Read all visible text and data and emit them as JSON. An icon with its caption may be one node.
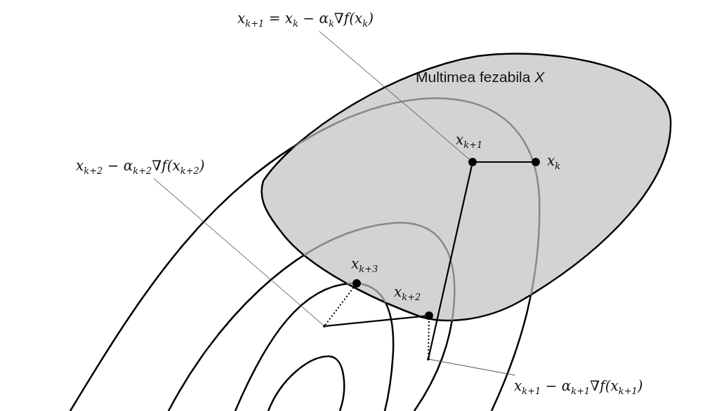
{
  "diagram": {
    "nodes": [
      {
        "text": [
          "x$_{k+1}$ = x$_{k}$ − α$_{k}$∇f(x$_{k}$)"
        ]
      },
      {
        "text": [
          "Multimea fezabila *X*"
        ]
      },
      {
        "text": [],
        "shape": "circle",
        "beside": [
          "x$_{k+1}$"
        ],
        "in": 1
      },
      {
        "text": [],
        "shape": "circle",
        "beside": [
          "x$_{k}$"
        ],
        "in": 1
      },
      {
        "text": [
          "x$_{k+2}$ − α$_{k+2}$∇f(x$_{k+2}$)"
        ]
      },
      {
        "text": [],
        "shape": "circle",
        "beside": [
          "x$_{k+3}$"
        ],
        "in": 1
      },
      {
        "text": [],
        "shape": "circle",
        "beside": [
          "x$_{k+2}$"
        ],
        "in": 1
      },
      {
        "text": [],
        "shape": "point"
      },
      {
        "text": [],
        "shape": "point"
      },
      {
        "text": [
          "x$_{k+1}$ − α$_{k+1}$∇f(x$_{k+1}$)"
        ]
      }
    ],
    "edges": [
      {
        "from": 0,
        "to": 2,
        "arrow": "none",
        "color": "#555555"
      },
      {
        "from": 3,
        "to": 2,
        "arrow": "none"
      },
      {
        "from": 2,
        "to": 8,
        "arrow": "none"
      },
      {
        "from": 8,
        "to": 6,
        "arrow": "none",
        "style": "dashed"
      },
      {
        "from": 6,
        "to": 7,
        "arrow": "none"
      },
      {
        "from": 7,
        "to": 5,
        "arrow": "none",
        "style": "dashed"
      },
      {
        "from": 4,
        "to": 7,
        "arrow": "none",
        "color": "#555555"
      },
      {
        "from": 9,
        "to": 8,
        "arrow": "none",
        "color": "#555555"
      }
    ]
  }
}
